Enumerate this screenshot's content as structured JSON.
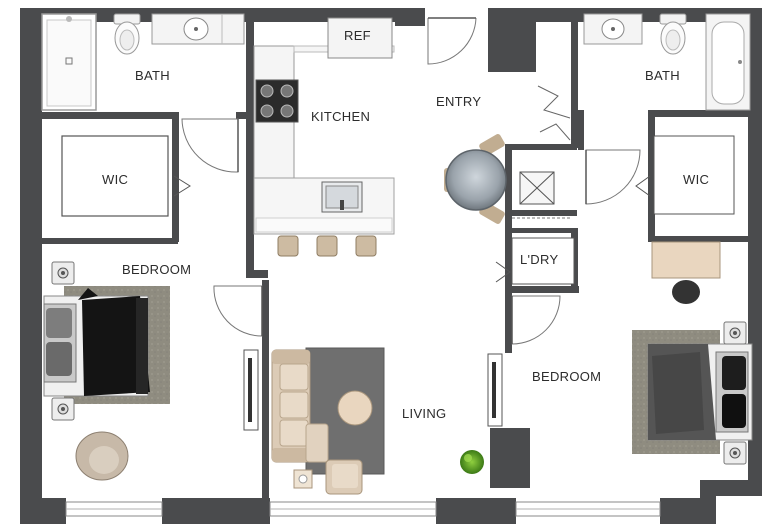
{
  "plan": {
    "rooms": {
      "bath_left": "BATH",
      "wic_left": "WIC",
      "bedroom_left": "BEDROOM",
      "kitchen": "KITCHEN",
      "ref": "REF",
      "entry": "ENTRY",
      "bath_right": "BATH",
      "wic_right": "WIC",
      "laundry": "L'DRY",
      "bedroom_right": "BEDROOM",
      "living": "LIVING"
    }
  }
}
